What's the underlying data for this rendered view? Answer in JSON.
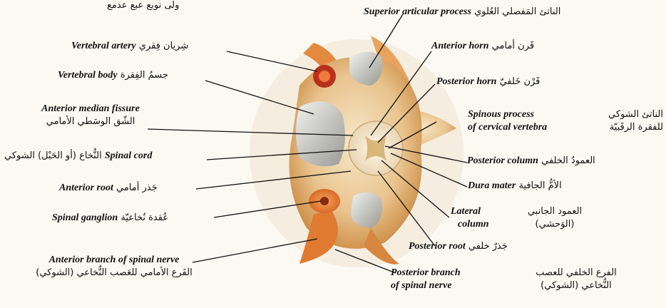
{
  "corner_text": "ولى نوبع عبع عدمع",
  "labels": {
    "superior_articular": {
      "en": "Superior articular process",
      "ar": "الناتئ المَفصلي العُلوي"
    },
    "vertebral_artery": {
      "en": "Vertebral artery",
      "ar": "شِريان فِقري"
    },
    "anterior_horn": {
      "en": "Anterior horn",
      "ar": "قَرن أمامي"
    },
    "vertebral_body": {
      "en": "Vertebral body",
      "ar": "جسمُ الفِقرة"
    },
    "posterior_horn": {
      "en": "Posterior horn",
      "ar": "قَرْن خَلفيّ"
    },
    "anterior_median_fissure": {
      "en": "Anterior median fissure",
      "ar": "الشّق الوسَطي الأمامي"
    },
    "spinous_process": {
      "en1": "Spinous process",
      "en2": "of cervical vertebra",
      "ar1": "الناتئ الشوكي",
      "ar2": "للفقرة الرقَبيّة"
    },
    "spinal_cord": {
      "en": "Spinal cord",
      "ar": "النُّخاع (أو الحَبْل) الشوكي"
    },
    "posterior_column": {
      "en": "Posterior column",
      "ar": "العمودُ الخلفي"
    },
    "dura_mater": {
      "en": "Dura mater",
      "ar": "الأمُّ الجافية"
    },
    "anterior_root": {
      "en": "Anterior root",
      "ar": "جَذر أمامي"
    },
    "lateral_column": {
      "en1": "Lateral",
      "en2": "column",
      "ar1": "العمود الجانبي",
      "ar2": "(الوَحشي)"
    },
    "spinal_ganglion": {
      "en": "Spinal ganglion",
      "ar": "عُقدة نُخاعيّة"
    },
    "posterior_root": {
      "en": "Posterior root",
      "ar": "جَذرٌ خلفي"
    },
    "anterior_branch": {
      "en": "Anterior branch of spinal nerve",
      "ar": "الفَرع الأمامي للعَصب النُّخاعي (الشوكي)"
    },
    "posterior_branch": {
      "en1": "Posterior  branch",
      "en2": "of spinal nerve",
      "ar1": "الفرع الخلفي للعصب",
      "ar2": "النُّخاعي (الشوكي)"
    }
  }
}
